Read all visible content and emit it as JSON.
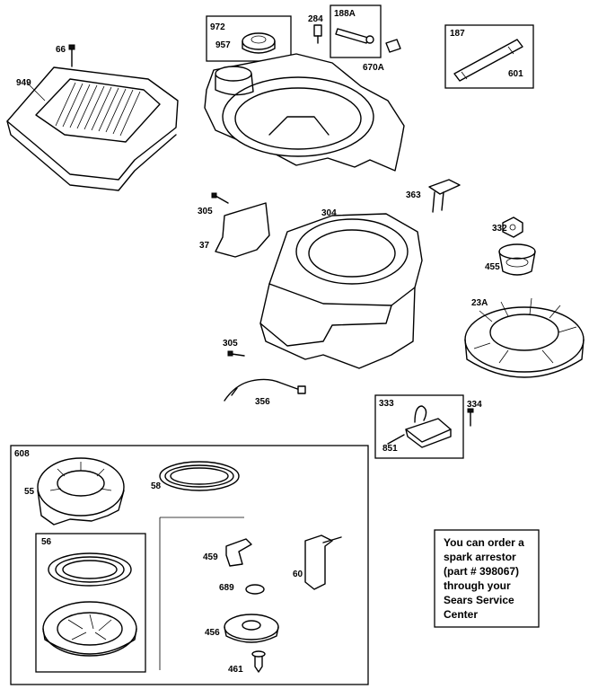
{
  "parts": {
    "p66": "66",
    "p949": "949",
    "p972": "972",
    "p957": "957",
    "p284": "284",
    "p188a": "188A",
    "p670a": "670A",
    "p187": "187",
    "p601": "601",
    "p305a": "305",
    "p37": "37",
    "p304": "304",
    "p363": "363",
    "p332": "332",
    "p455": "455",
    "p23a": "23A",
    "p305b": "305",
    "p356": "356",
    "p333": "333",
    "p334": "334",
    "p851": "851",
    "p608": "608",
    "p55": "55",
    "p58": "58",
    "p56": "56",
    "p459": "459",
    "p689": "689",
    "p60": "60",
    "p456": "456",
    "p461": "461"
  },
  "note": {
    "line1": "You can order a",
    "line2": "spark arrestor",
    "line3": "(part # 398067)",
    "line4": "through your",
    "line5": "Sears Service",
    "line6": "Center"
  }
}
